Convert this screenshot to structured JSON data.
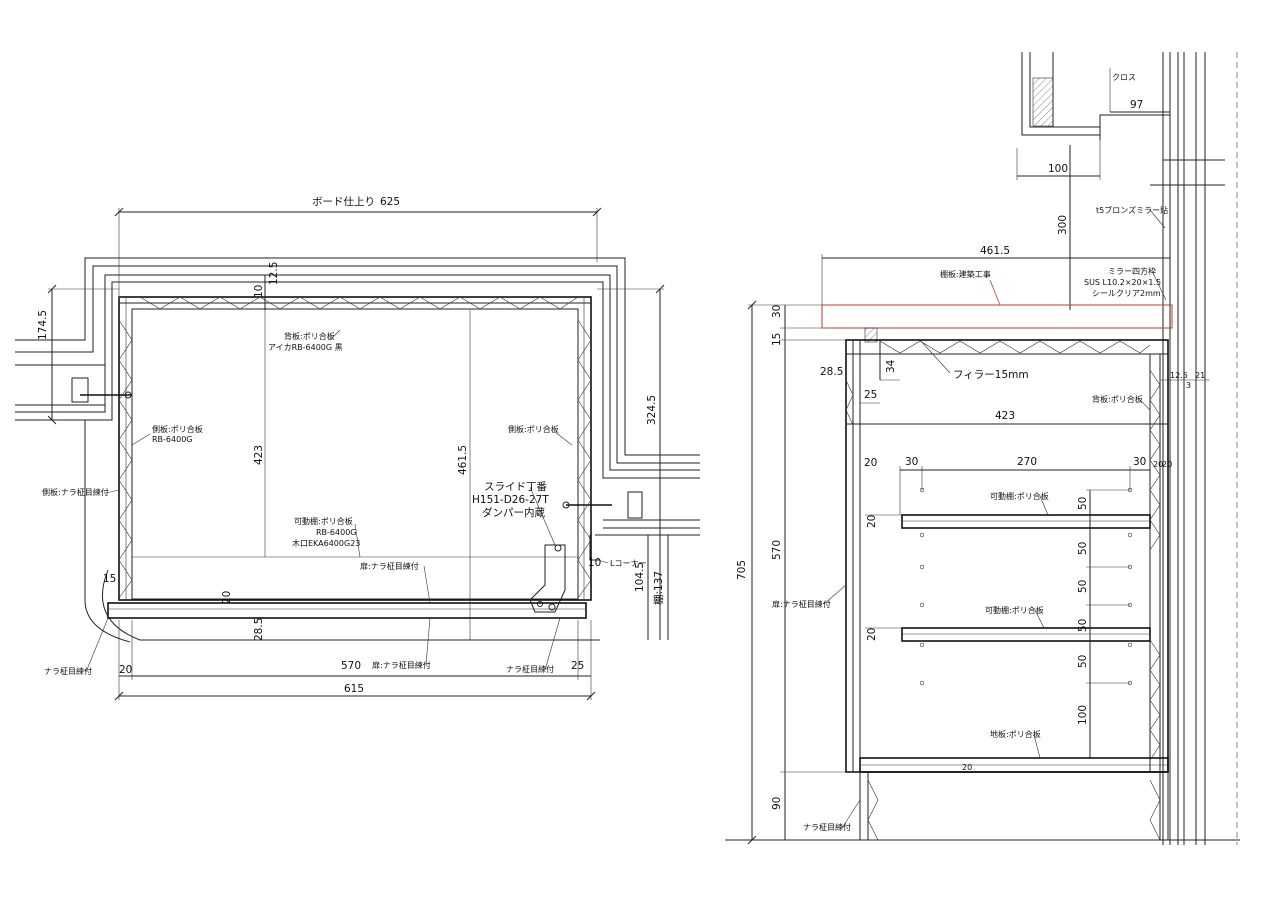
{
  "plan": {
    "board_finish_label": "ボード仕上り",
    "dims": {
      "w625": "625",
      "h174_5": "174.5",
      "d10": "10",
      "d12_5": "12.5",
      "d423": "423",
      "d461_5": "461.5",
      "d324_5": "324.5",
      "d104_5": "104.5",
      "shelf137": "棚:137",
      "d15": "15",
      "d20a": "20",
      "d28_5": "28.5",
      "d10b": "10",
      "d20b": "20",
      "d570": "570",
      "d25": "25",
      "d615": "615"
    },
    "labels": {
      "back_board": "背板:ポリ合板",
      "back_board_spec": "アイカRB-6400G 黒",
      "side_left": "側板:ポリ合板",
      "side_left_spec": "RB-6400G",
      "side_outer": "側板:ナラ柾目練付",
      "side_right": "側板:ポリ合板",
      "hinge": "スライド丁番",
      "hinge_model": "H151-D26-27T",
      "hinge_damper": "ダンパー内蔵",
      "movable_shelf": "可動棚:ポリ合板",
      "movable_spec": "RB-6400G",
      "edge_spec": "木口EKA6400G23",
      "door_top": "扉:ナラ柾目練付",
      "door_bottom": "扉:ナラ柾目練付",
      "nara_left": "ナラ柾目練付",
      "nara_right": "ナラ柾目練付",
      "l_corner": "Lコーナー"
    }
  },
  "section": {
    "dims": {
      "d97": "97",
      "d100": "100",
      "d300": "300",
      "d461_5": "461.5",
      "d30": "30",
      "d15": "15",
      "d28_5": "28.5",
      "d34": "34",
      "d25": "25",
      "d423": "423",
      "d20": "20",
      "c30a": "30",
      "c270": "270",
      "c30b": "30",
      "r20a": "20",
      "r20b": "20",
      "d570": "570",
      "d705": "705",
      "s20a": "20",
      "s20b": "20",
      "v50a": "50",
      "v50b": "50",
      "v50c": "50",
      "v50d": "50",
      "v50e": "50",
      "v100": "100",
      "d90": "90",
      "b20": "20",
      "w12_5": "12.5",
      "w21": "21",
      "w3": "3"
    },
    "labels": {
      "cloth": "クロス",
      "bronze_mirror": "t5ブロンズミラー貼",
      "mirror_frame": "ミラー四方枠",
      "mirror_spec": "SUS L10.2×20×1.5",
      "clear_seal": "シールクリア2mm",
      "shelf_board": "棚板:建築工事",
      "filler": "フィラー15mm",
      "back_board": "背板:ポリ合板",
      "movable1": "可動棚:ポリ合板",
      "movable2": "可動棚:ポリ合板",
      "door": "扉:ナラ柾目練付",
      "bottom_board": "地板:ポリ合板",
      "nara": "ナラ柾目練付"
    }
  },
  "colors": {
    "line": "#222222",
    "accent_red": "#c0392b"
  }
}
